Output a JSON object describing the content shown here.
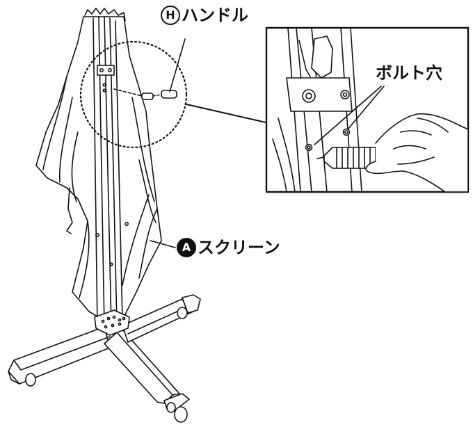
{
  "labels": {
    "handle": {
      "marker": "H",
      "text": "ハンドル"
    },
    "bolt_hole": {
      "text": "ボルト穴"
    },
    "screen": {
      "marker": "A",
      "text": "スクリーン"
    }
  }
}
